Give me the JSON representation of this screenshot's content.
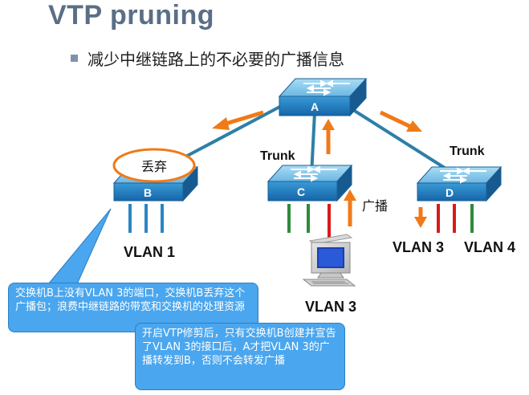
{
  "title": "VTP pruning",
  "bullet": "减少中继链路上的不必要的广播信息",
  "switches": {
    "a": "A",
    "b": "B",
    "c": "C",
    "d": "D"
  },
  "labels": {
    "drop": "丢弃",
    "trunk_c": "Trunk",
    "trunk_d": "Trunk",
    "broadcast": "广播",
    "vlan1": "VLAN 1",
    "vlan3_pc": "VLAN 3",
    "vlan3_d": "VLAN 3",
    "vlan4_d": "VLAN 4"
  },
  "callouts": {
    "b_note": "交换机B上没有VLAN 3的端口，交换机B丢弃这个广播包；浪费中继链路的带宽和交换机的处理资源",
    "vtp_note": "开启VTP修剪后，只有交换机B创建并宣告了VLAN 3的接口后，A才把VLAN 3的广播转发到B，否则不会转发广播"
  },
  "colors": {
    "switch_top": "#7fc4ec",
    "switch_front": "#1f7fc2",
    "trunk_line": "#2e7fa8",
    "port_blue": "#2a86c4",
    "port_green": "#2f8a3a",
    "port_red": "#d81b1b",
    "arrow_orange": "#f07a18",
    "callout": "#4aa6ee"
  }
}
